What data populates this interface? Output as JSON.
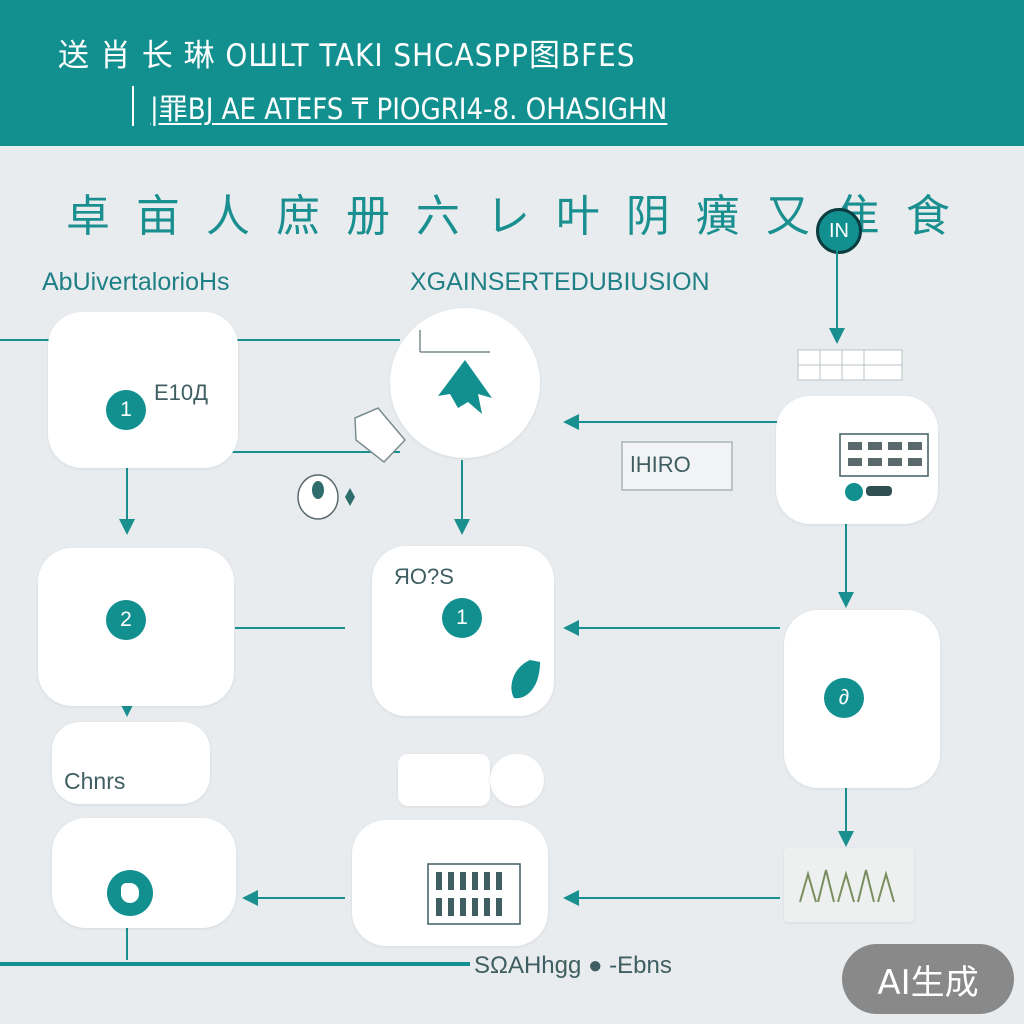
{
  "header": {
    "line1": "送 肖 长 琳 ОШLT TAKI SHCASPP图BFES",
    "line2": "|罪BJ AE ATEFS ₸ PIOGRI4-8. OHASIGHN"
  },
  "title": "卓 亩 人 庶 册 六 レ 叶 阴 癀 又 隹 食",
  "labels": {
    "left": "AbUivertalorioHs",
    "center": "XGAINSERTEDUBIUSION"
  },
  "badge_in": "IN",
  "nodes": {
    "n1_number": "1",
    "n1_text": "Е10Д",
    "n2_number": "2",
    "n3_text": "Chnrs",
    "c2_text": "ЯO?S",
    "c2_number": "1",
    "r3_number": "∂"
  },
  "note_box": "ǀHIRO",
  "footer": "SΩAHhgg ● -Ebns",
  "watermark": "AI生成",
  "colors": {
    "teal": "#128f8f",
    "background": "#e9ecef"
  }
}
